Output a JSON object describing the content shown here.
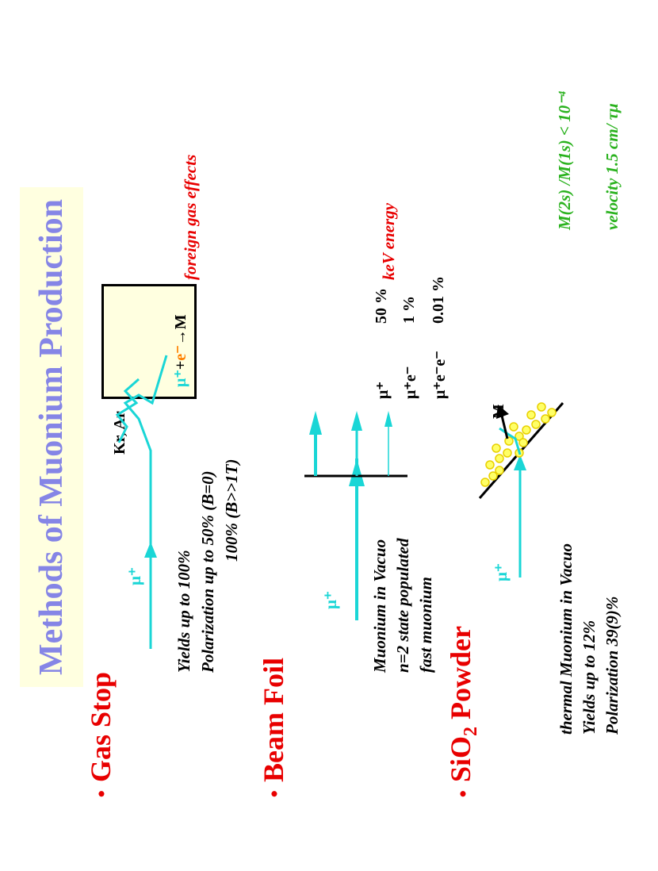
{
  "title": "Methods of Muonium Production",
  "sections": {
    "gas_stop": {
      "heading": "Gas Stop",
      "mu_label": "μ⁺",
      "box_label": "Kr, Ar",
      "reaction": {
        "mu": "μ⁺",
        "plus": "+",
        "e": "e⁻",
        "arrow_M": "→M"
      },
      "side_note": "foreign gas effects",
      "notes": [
        "Yields up to 100%",
        "Polarization up to 50% (B=0)",
        "100% (B>>1T)"
      ]
    },
    "beam_foil": {
      "heading": "Beam Foil",
      "mu_label": "μ⁺",
      "products": [
        {
          "label": "μ⁺",
          "fraction": "50 %"
        },
        {
          "label": "μ⁺e⁻",
          "fraction": "1 %"
        },
        {
          "label": "μ⁺e⁻e⁻",
          "fraction": "0.01 %"
        }
      ],
      "side_note": "keV energy",
      "notes": [
        "Muonium in Vacuo",
        "n=2 state populated",
        "fast  muonium"
      ]
    },
    "sio2": {
      "heading_main": "SiO",
      "heading_sub": "2",
      "heading_tail": " Powder",
      "mu_label": "μ⁺",
      "M_label": "M",
      "notes": [
        "thermal Muonium in Vacuo",
        "Yields up to 12%",
        "Polarization 39(9)%"
      ],
      "green_notes": [
        "M(2s) /M(1s) < 10⁻⁴",
        "velocity  1.5 cm/ τμ"
      ]
    }
  },
  "colors": {
    "title": "#8585e6",
    "heading": "#e80000",
    "beam": "#1ad6d6",
    "green": "#2ab21e",
    "powder": "#ffff66",
    "box": "#ffffe0"
  }
}
